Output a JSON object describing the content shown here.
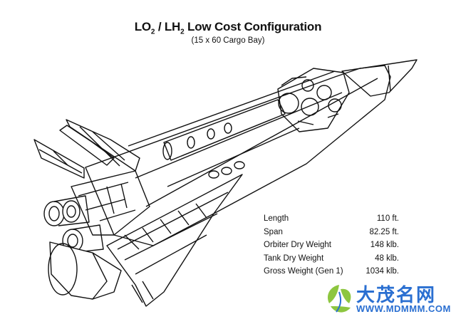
{
  "header": {
    "title_a": "LO",
    "title_a_sub": "2",
    "title_b": " / LH",
    "title_b_sub": "2",
    "title_c": " Low Cost Configuration",
    "subtitle": "(15 x 60 Cargo Bay)"
  },
  "specs": [
    {
      "label": "Length",
      "value": "110 ft."
    },
    {
      "label": "Span",
      "value": "82.25 ft."
    },
    {
      "label": "Orbiter Dry Weight",
      "value": "148 klb."
    },
    {
      "label": "Tank Dry Weight",
      "value": "48 klb."
    },
    {
      "label": "Gross Weight (Gen 1)",
      "value": "1034 klb."
    }
  ],
  "watermark": {
    "name": "大茂名网",
    "url": "WWW.MDMMM.COM",
    "color": "#2a6fd1",
    "leaf_color": "#8dc63f"
  }
}
